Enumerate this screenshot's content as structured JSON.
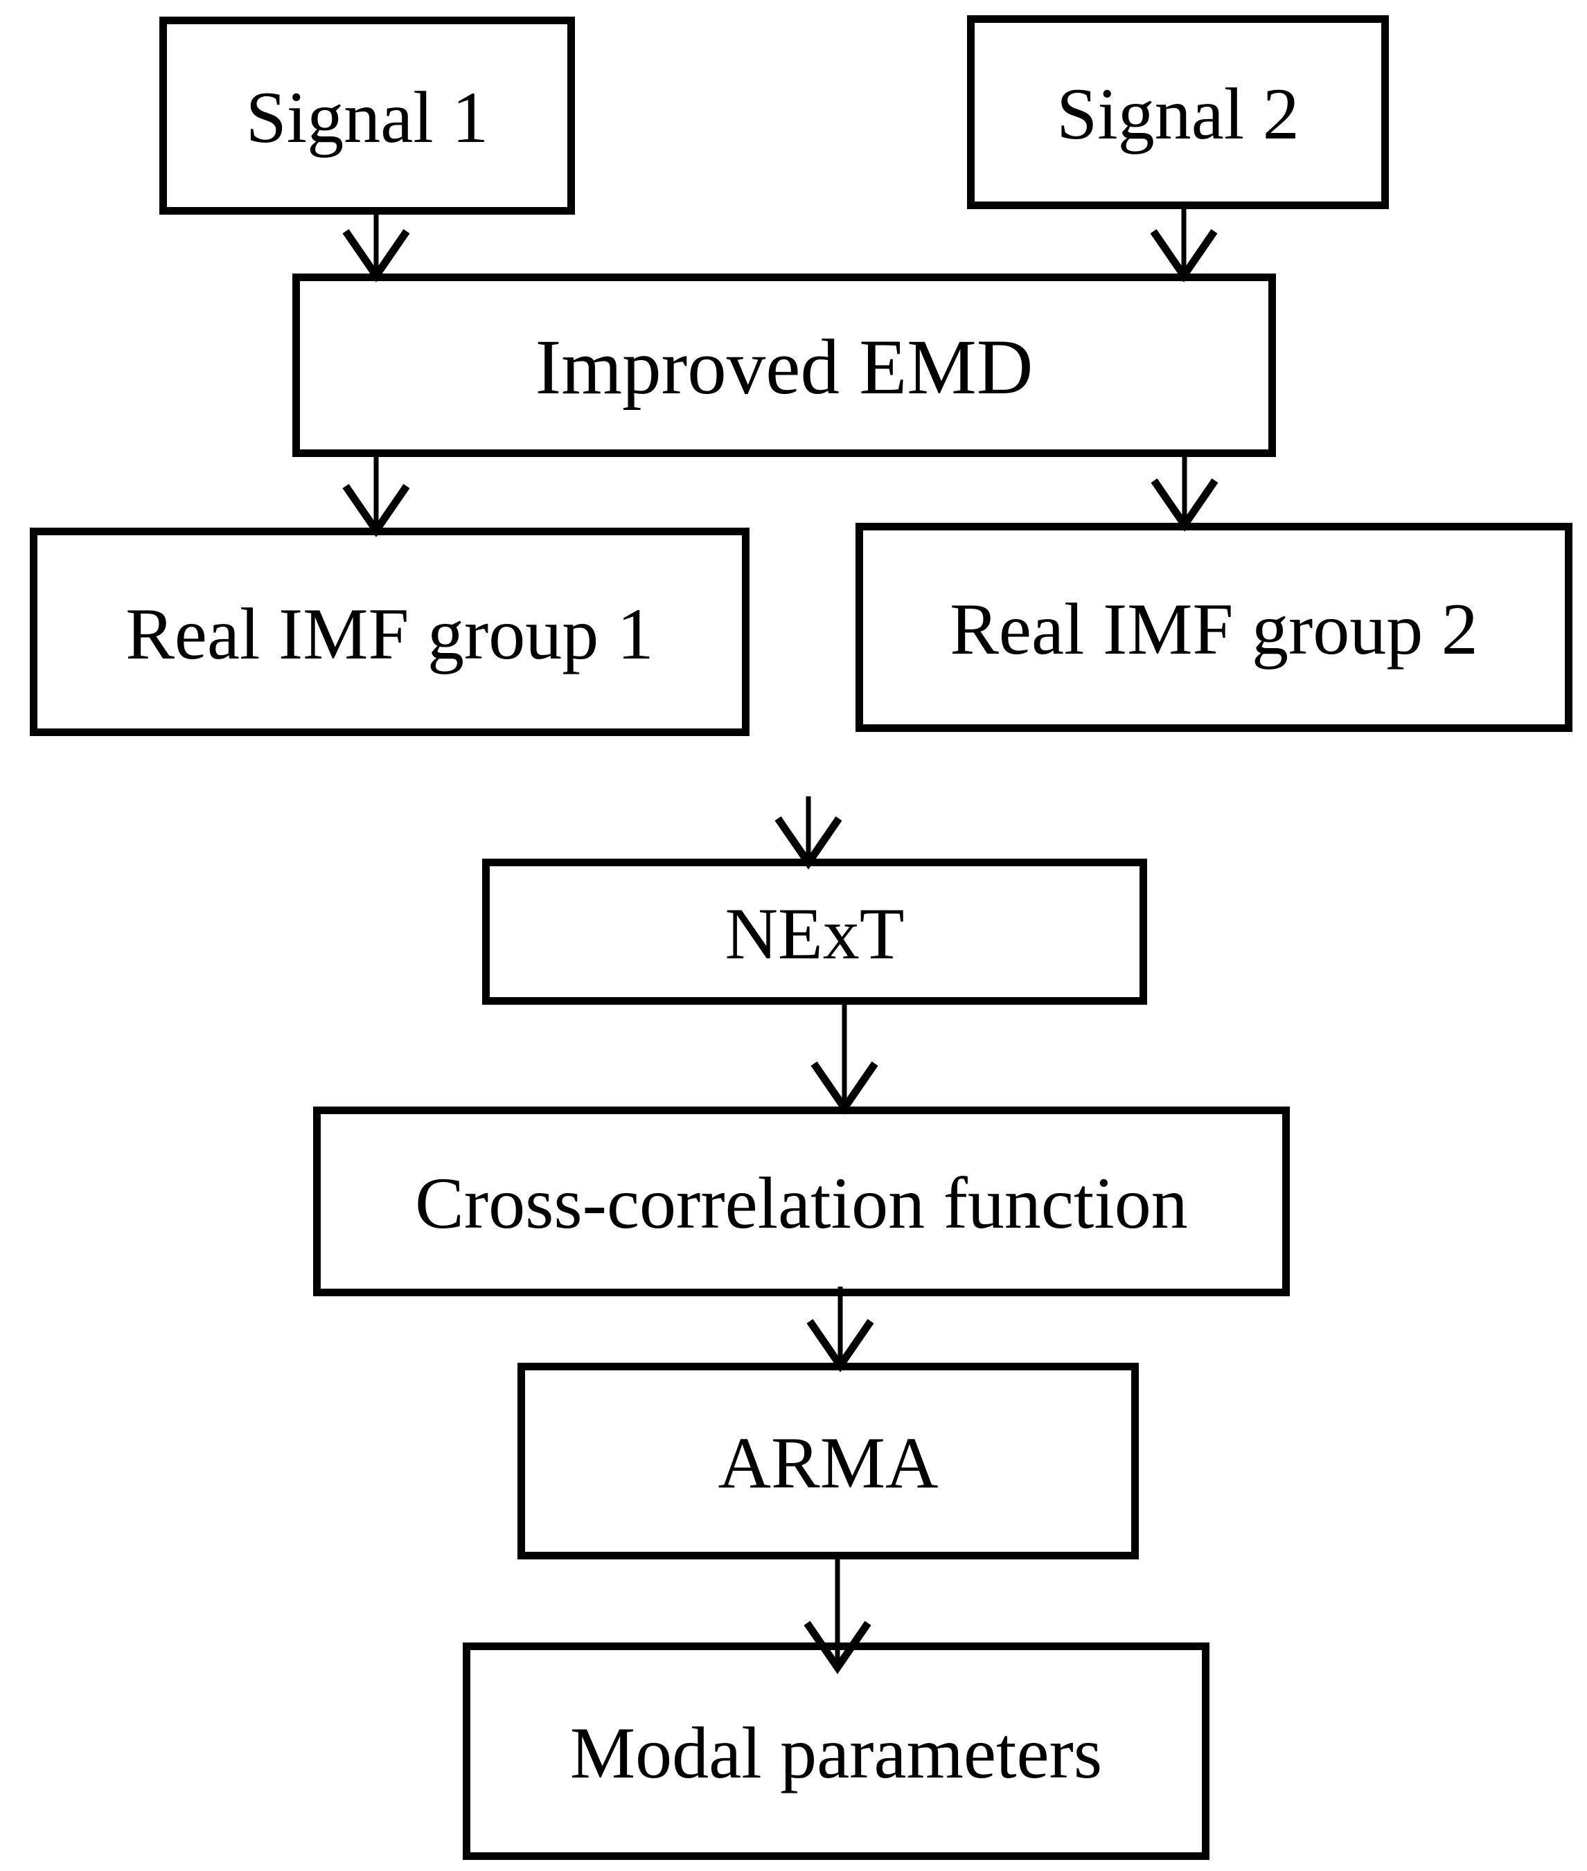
{
  "figure": {
    "type": "flowchart",
    "background_color": "#ffffff",
    "line_color": "#000000",
    "text_color": "#000000",
    "nodes": [
      {
        "id": "signal-1",
        "label": "Signal 1"
      },
      {
        "id": "signal-2",
        "label": "Signal 2"
      },
      {
        "id": "improved-emd",
        "label": "Improved EMD"
      },
      {
        "id": "real-imf-group-1",
        "label": "Real IMF group 1"
      },
      {
        "id": "real-imf-group-2",
        "label": "Real IMF group 2"
      },
      {
        "id": "next",
        "label": "NExT"
      },
      {
        "id": "cross-correlation-function",
        "label": "Cross-correlation function"
      },
      {
        "id": "arma",
        "label": "ARMA"
      },
      {
        "id": "modal-parameters",
        "label": "Modal parameters"
      }
    ],
    "edges": [
      {
        "from": "signal-1",
        "to": "improved-emd"
      },
      {
        "from": "signal-2",
        "to": "improved-emd"
      },
      {
        "from": "improved-emd",
        "to": "real-imf-group-1"
      },
      {
        "from": "improved-emd",
        "to": "real-imf-group-2"
      },
      {
        "from": "real-imf-groups",
        "to": "next"
      },
      {
        "from": "next",
        "to": "cross-correlation-function"
      },
      {
        "from": "cross-correlation-function",
        "to": "arma"
      },
      {
        "from": "arma",
        "to": "modal-parameters"
      }
    ]
  }
}
